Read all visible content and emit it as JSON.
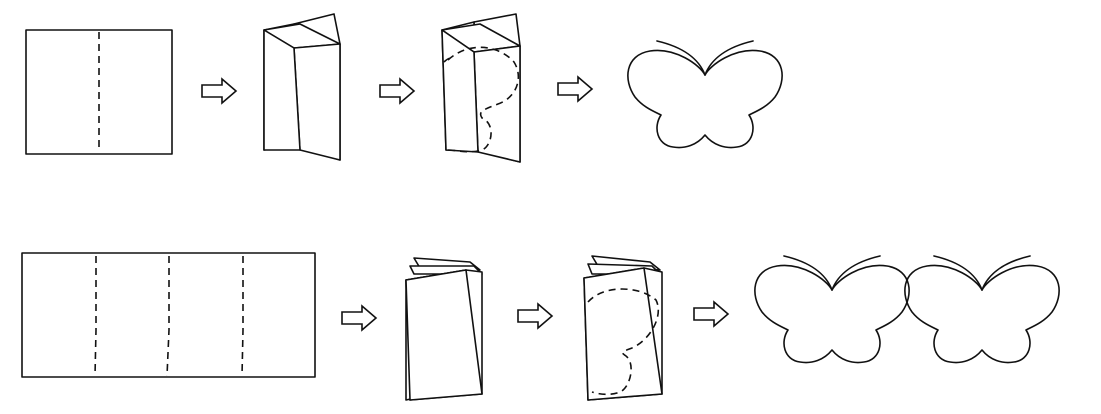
{
  "diagram": {
    "rows": [
      {
        "id": "row-1",
        "folds": 1,
        "steps": [
          "unfolded-paper",
          "folded-paper",
          "traced-half-outline",
          "cut-butterfly"
        ],
        "butterflies": 1
      },
      {
        "id": "row-2",
        "folds": 3,
        "steps": [
          "unfolded-paper",
          "folded-paper",
          "traced-half-outline",
          "cut-butterflies"
        ],
        "butterflies": 2
      }
    ],
    "colors": {
      "stroke": "#111111",
      "background": "#ffffff"
    },
    "icons": [
      "step-arrow-icon"
    ]
  }
}
